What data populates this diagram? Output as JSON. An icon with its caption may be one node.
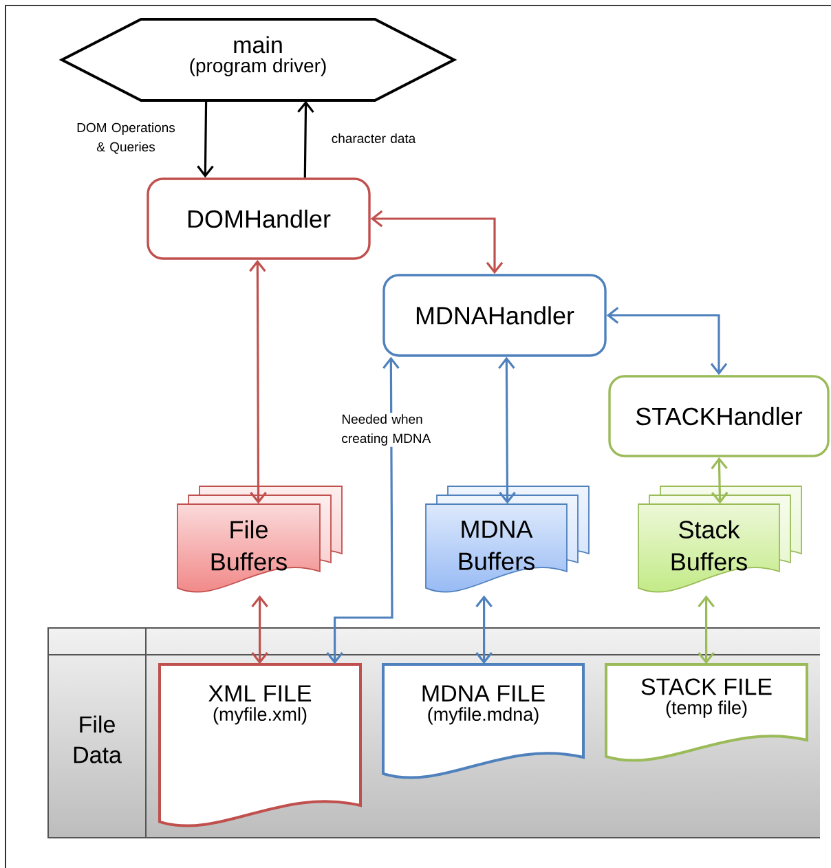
{
  "diagram": {
    "nodes": [
      {
        "text": [
          "main",
          "(program driver)"
        ]
      },
      {
        "text": [
          "DOMHandler"
        ]
      },
      {
        "text": [
          "MDNAHandler"
        ]
      },
      {
        "text": [
          "STACKHandler"
        ]
      },
      {
        "text": [
          "File Buffers"
        ]
      },
      {
        "text": [
          "MDNA Buffers"
        ]
      },
      {
        "text": [
          "Stack Buffers"
        ]
      },
      {
        "text": [
          "File Data"
        ]
      },
      {
        "text": [
          "XML FILE",
          "(myfile.xml)"
        ],
        "in": 7
      },
      {
        "text": [
          "MDNA FILE",
          "(myfile.mdna)"
        ],
        "in": 7
      },
      {
        "text": [
          "STACK FILE",
          "(temp file)"
        ],
        "in": 7
      }
    ],
    "edges": [
      {
        "from": 0,
        "to": 1,
        "arrow": "to",
        "label": "DOM Operations & Queries",
        "color": "#000000"
      },
      {
        "from": 1,
        "to": 0,
        "arrow": "to",
        "label": "character data",
        "color": "#000000"
      },
      {
        "from": 1,
        "to": 2,
        "arrow": "both",
        "color": "#c0504d"
      },
      {
        "from": 1,
        "to": 4,
        "arrow": "both",
        "color": "#c0504d"
      },
      {
        "from": 2,
        "to": 3,
        "arrow": "both",
        "color": "#4f81bd"
      },
      {
        "from": 2,
        "to": 5,
        "arrow": "both",
        "color": "#4f81bd"
      },
      {
        "from": 8,
        "to": 2,
        "arrow": "both",
        "label": "Needed when creating MDNA",
        "color": "#4f81bd"
      },
      {
        "from": 3,
        "to": 6,
        "arrow": "both",
        "color": "#9bbb59"
      },
      {
        "from": 4,
        "to": 8,
        "arrow": "both",
        "color": "#c0504d"
      },
      {
        "from": 5,
        "to": 9,
        "arrow": "both",
        "color": "#4f81bd"
      },
      {
        "from": 6,
        "to": 10,
        "arrow": "both",
        "color": "#9bbb59"
      }
    ]
  }
}
